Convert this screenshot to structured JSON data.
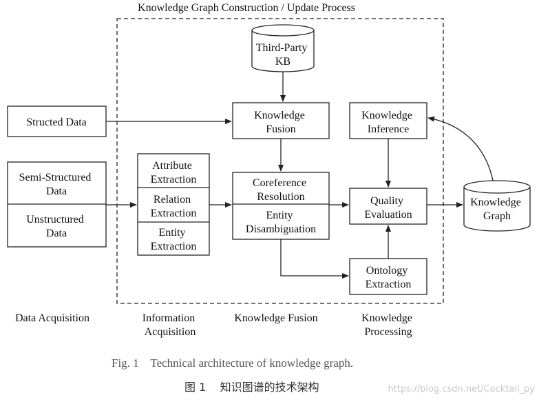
{
  "title": "Knowledge Graph Construction / Update Process",
  "nodes": {
    "third_party_kb": [
      "Third-Party",
      "KB"
    ],
    "structed_data": [
      "Structed Data"
    ],
    "semi_structured": [
      "Semi-Structured",
      "Data"
    ],
    "unstructured": [
      "Unstructured",
      "Data"
    ],
    "attribute_extraction": [
      "Attribute",
      "Extraction"
    ],
    "relation_extraction": [
      "Relation",
      "Extraction"
    ],
    "entity_extraction": [
      "Entity",
      "Extraction"
    ],
    "knowledge_fusion": [
      "Knowledge",
      "Fusion"
    ],
    "coreference_resolution": [
      "Coreference",
      "Resolution"
    ],
    "entity_disambiguation": [
      "Entity",
      "Disambiguation"
    ],
    "knowledge_inference": [
      "Knowledge",
      "Inference"
    ],
    "quality_evaluation": [
      "Quality",
      "Evaluation"
    ],
    "ontology_extraction": [
      "Ontology",
      "Extraction"
    ],
    "knowledge_graph": [
      "Knowledge",
      "Graph"
    ]
  },
  "stages": {
    "data_acquisition": [
      "Data Acquisition"
    ],
    "information_acquisition": [
      "Information",
      "Acquisition"
    ],
    "knowledge_fusion": [
      "Knowledge Fusion"
    ],
    "knowledge_processing": [
      "Knowledge",
      "Processing"
    ]
  },
  "caption": {
    "en": "Fig. 1    Technical architecture of knowledge graph.",
    "cn": "图 1    知识图谱的技术架构"
  },
  "watermark": "https://blog.csdn.net/Cocktail_py"
}
